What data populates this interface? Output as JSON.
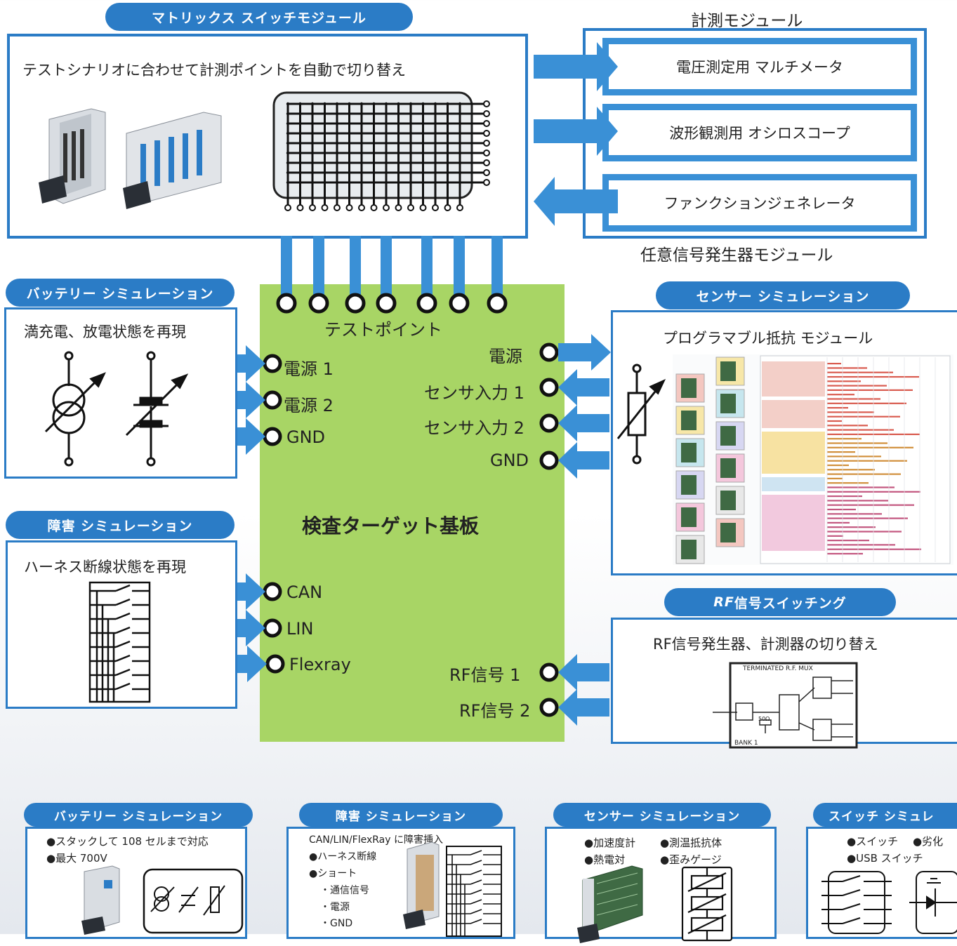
{
  "matrix": {
    "title": "マトリックス スイッチモジュール",
    "desc": "テストシナリオに合わせて計測ポイントを自動で切り替え"
  },
  "measure": {
    "label": "計測モジュール",
    "items": [
      "電圧測定用 マルチメータ",
      "波形観測用 オシロスコープ",
      "ファンクションジェネレータ"
    ],
    "awg_label": "任意信号発生器モジュール"
  },
  "battery": {
    "title": "バッテリー シミュレーション",
    "desc": "満充電、放電状態を再現"
  },
  "fault": {
    "title": "障害 シミュレーション",
    "desc": "ハーネス断線状態を再現"
  },
  "sensor": {
    "title": "センサー シミュレーション",
    "desc": "プログラマブル抵抗 モジュール"
  },
  "rf": {
    "title_prefix": "RF",
    "title_rest": " 信号スイッチング",
    "desc": "RF信号発生器、計測器の切り替え",
    "mux_label": "TERMINATED R.F. MUX",
    "bank_label": "BANK 1",
    "res_label": "50Ω"
  },
  "target": {
    "title": "検査ターゲット基板",
    "testpoint": "テストポイント",
    "left_pins": [
      "電源 1",
      "電源 2",
      "GND"
    ],
    "right_pins": [
      "電源",
      "センサ入力 1",
      "センサ入力 2",
      "GND"
    ],
    "comm_pins": [
      "CAN",
      "LIN",
      "Flexray"
    ],
    "rf_pins": [
      "RF信号 1",
      "RF信号 2"
    ]
  },
  "bottom": {
    "battery": {
      "title": "バッテリー シミュレーション",
      "lines": [
        "●スタックして 108 セルまで対応",
        "●最大 700V"
      ]
    },
    "fault": {
      "title": "障害 シミュレーション",
      "lines": [
        "CAN/LIN/FlexRay に障害挿入",
        "●ハーネス断線",
        "●ショート",
        "・通信信号",
        "・電源",
        "・GND"
      ]
    },
    "sensor": {
      "title": "センサー シミュレーション",
      "lines": [
        "●加速度計",
        "●測温抵抗体",
        "●熱電対",
        "●歪みゲージ"
      ]
    },
    "switch": {
      "title": "スイッチ シミュレ",
      "lines": [
        "●スイッチ",
        "●劣化",
        "●USB スイッチ"
      ]
    }
  },
  "colors": {
    "accent": "#2b7cc6",
    "arrow": "#3a90d6",
    "pcb": "#a8d565"
  }
}
